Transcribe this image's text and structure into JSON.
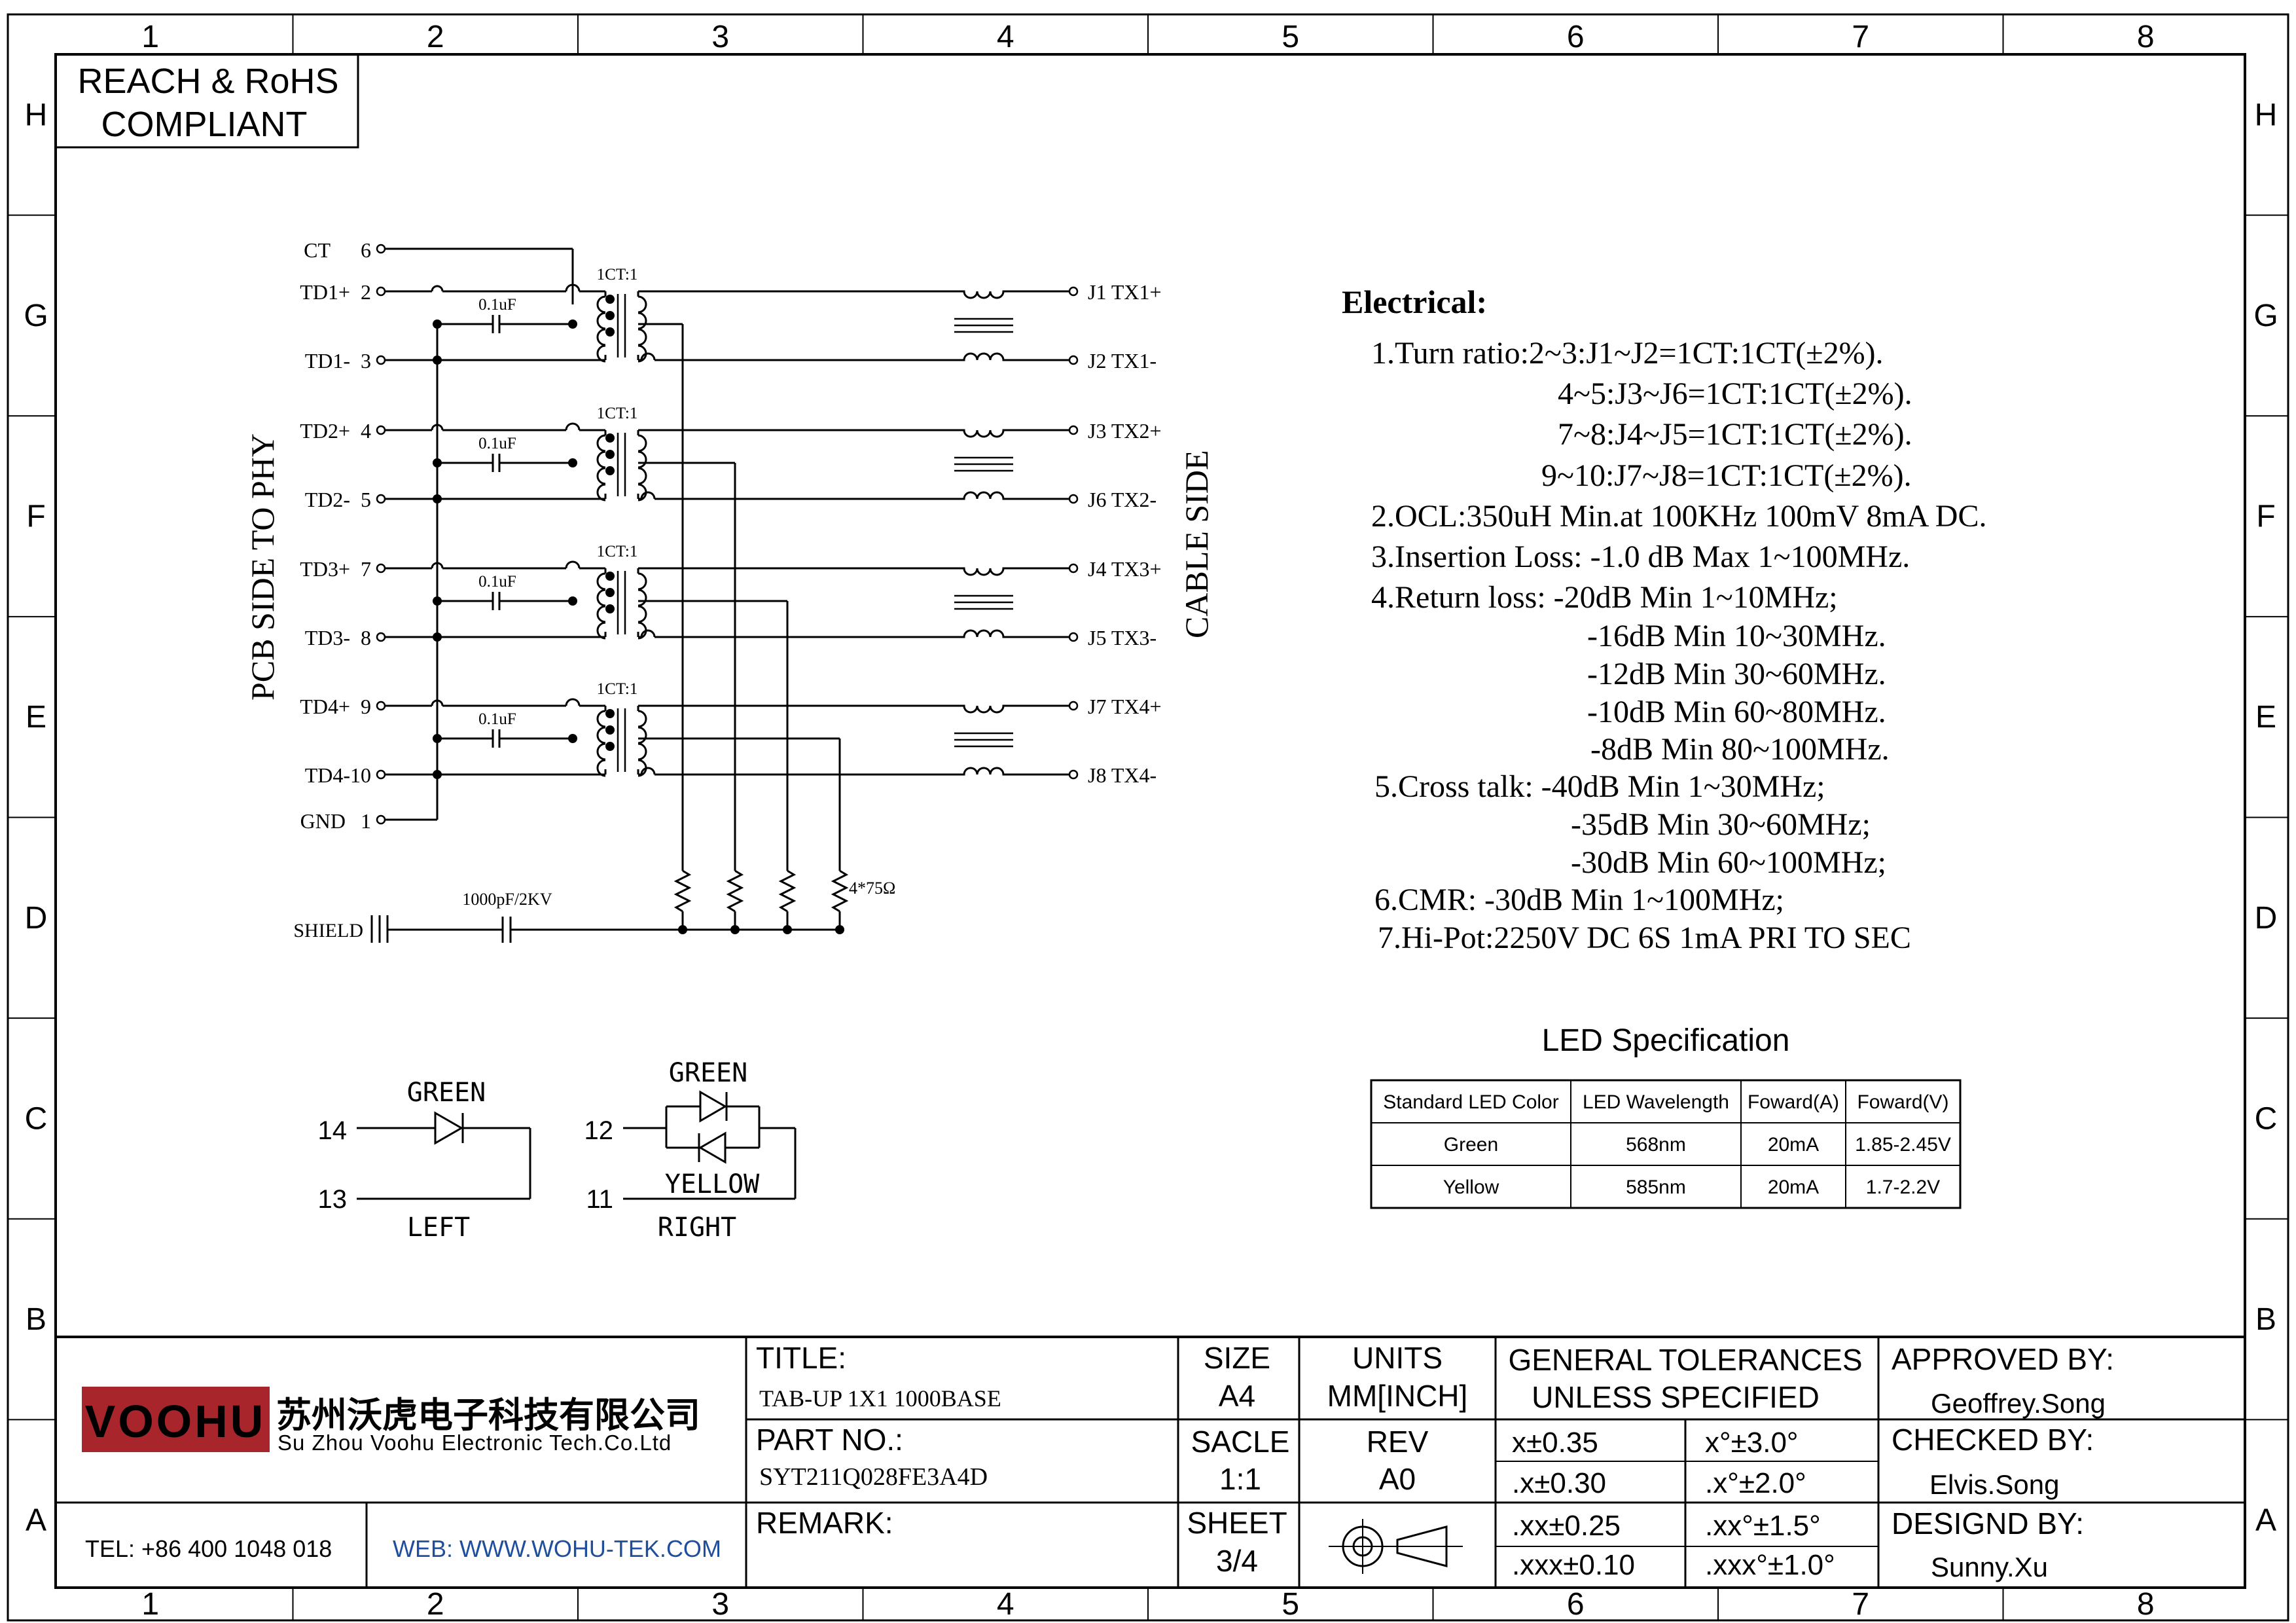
{
  "frame": {
    "columns": [
      "1",
      "2",
      "3",
      "4",
      "5",
      "6",
      "7",
      "8"
    ],
    "rows": [
      "H",
      "G",
      "F",
      "E",
      "D",
      "C",
      "B",
      "A"
    ]
  },
  "compliance": {
    "line1": "REACH & RoHS",
    "line2": "COMPLIANT"
  },
  "schematic": {
    "pcb_side_label": "PCB SIDE TO PHY",
    "cable_side_label": "CABLE SIDE",
    "ct_pin": {
      "name": "CT",
      "num": "6"
    },
    "gnd_pin": {
      "name": "GND",
      "num": "1"
    },
    "shield_label": "SHIELD",
    "shield_cap": "1000pF/2KV",
    "resistor_label": "4*75Ω",
    "channels": [
      {
        "plus_name": "TD1+",
        "plus_num": "2",
        "minus_name": "TD1-",
        "minus_num": "3",
        "cap": "0.1uF",
        "ratio": "1CT:1",
        "out_plus": "J1",
        "out_plus_sig": "TX1+",
        "out_minus": "J2",
        "out_minus_sig": "TX1-"
      },
      {
        "plus_name": "TD2+",
        "plus_num": "4",
        "minus_name": "TD2-",
        "minus_num": "5",
        "cap": "0.1uF",
        "ratio": "1CT:1",
        "out_plus": "J3",
        "out_plus_sig": "TX2+",
        "out_minus": "J6",
        "out_minus_sig": "TX2-"
      },
      {
        "plus_name": "TD3+",
        "plus_num": "7",
        "minus_name": "TD3-",
        "minus_num": "8",
        "cap": "0.1uF",
        "ratio": "1CT:1",
        "out_plus": "J4",
        "out_plus_sig": "TX3+",
        "out_minus": "J5",
        "out_minus_sig": "TX3-"
      },
      {
        "plus_name": "TD4+",
        "plus_num": "9",
        "minus_name": "TD4-",
        "minus_num": "10",
        "cap": "0.1uF",
        "ratio": "1CT:1",
        "out_plus": "J7",
        "out_plus_sig": "TX4+",
        "out_minus": "J8",
        "out_minus_sig": "TX4-"
      }
    ]
  },
  "led_diagram": {
    "left": {
      "color": "GREEN",
      "pin_top": "14",
      "pin_bottom": "13",
      "caption": "LEFT"
    },
    "right": {
      "color_top": "GREEN",
      "color_bottom": "YELLOW",
      "pin_top": "12",
      "pin_bottom": "11",
      "caption": "RIGHT"
    }
  },
  "electrical": {
    "heading": "Electrical:",
    "lines": [
      "1.Turn ratio:2~3:J1~J2=1CT:1CT(±2%).",
      "4~5:J3~J6=1CT:1CT(±2%).",
      "7~8:J4~J5=1CT:1CT(±2%).",
      "9~10:J7~J8=1CT:1CT(±2%).",
      "2.OCL:350uH Min.at 100KHz 100mV 8mA DC.",
      "3.Insertion Loss: -1.0 dB Max 1~100MHz.",
      "4.Return loss: -20dB Min 1~10MHz;",
      "-16dB Min 10~30MHz.",
      "-12dB Min 30~60MHz.",
      "-10dB Min 60~80MHz.",
      "-8dB Min 80~100MHz.",
      "5.Cross talk: -40dB Min 1~30MHz;",
      "-35dB Min 30~60MHz;",
      "-30dB Min 60~100MHz;",
      "6.CMR: -30dB Min 1~100MHz;",
      "7.Hi-Pot:2250V DC 6S 1mA PRI TO SEC"
    ]
  },
  "led_spec": {
    "title": "LED Specification",
    "headers": [
      "Standard LED Color",
      "LED Wavelength",
      "Foward(A)",
      "Foward(V)"
    ],
    "rows": [
      [
        "Green",
        "568nm",
        "20mA",
        "1.85-2.45V"
      ],
      [
        "Yellow",
        "585nm",
        "20mA",
        "1.7-2.2V"
      ]
    ]
  },
  "title_block": {
    "logo": "VOOHU",
    "company_cn": "苏州沃虎电子科技有限公司",
    "company_en": "Su Zhou Voohu Electronic Tech.Co.Ltd",
    "tel": "TEL: +86 400 1048 018",
    "web": "WEB: WWW.WOHU-TEK.COM",
    "title_label": "TITLE:",
    "title_value": "TAB-UP 1X1 1000BASE",
    "part_label": "PART NO.:",
    "part_value": "SYT211Q028FE3A4D",
    "remark_label": "REMARK:",
    "size_label": "SIZE",
    "size_value": "A4",
    "units_label": "UNITS",
    "units_value": "MM[INCH]",
    "scale_label": "SACLE",
    "scale_value": "1:1",
    "rev_label": "REV",
    "rev_value": "A0",
    "sheet_label": "SHEET",
    "sheet_value": "3/4",
    "tol_label1": "GENERAL TOLERANCES",
    "tol_label2": "UNLESS SPECIFIED",
    "tolerances": [
      [
        "x±0.35",
        "x°±3.0°"
      ],
      [
        ".x±0.30",
        ".x°±2.0°"
      ],
      [
        ".xx±0.25",
        ".xx°±1.5°"
      ],
      [
        ".xxx±0.10",
        ".xxx°±1.0°"
      ]
    ],
    "approved_label": "APPROVED BY:",
    "approved_value": "Geoffrey.Song",
    "checked_label": "CHECKED BY:",
    "checked_value": "Elvis.Song",
    "designed_label": "DESIGND BY:",
    "designed_value": "Sunny.Xu"
  }
}
